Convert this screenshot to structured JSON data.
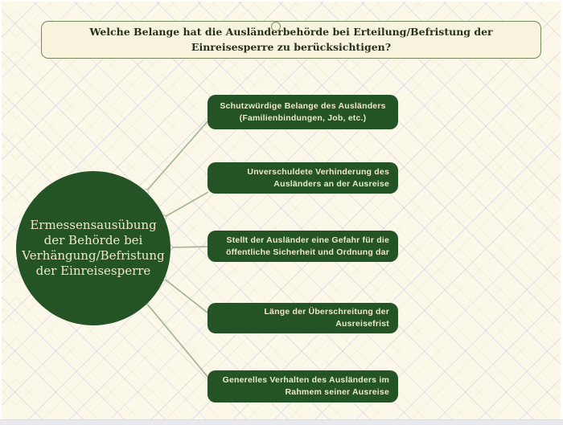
{
  "banner": {
    "label": "Welche Belange hat die Ausländerbehörde bei Erteilung/Befristung der Einreisesperre zu berücksichtigen?"
  },
  "center_node": {
    "label": "Ermessensausübung der Behörde bei Verhängung/Befristung der Einreisesperre",
    "lines": [
      "Ermessensausübung",
      "der Behörde bei",
      "Verhängung/Befristung",
      "der Einreisesperre"
    ]
  },
  "nodes": [
    {
      "label": "Schutzwürdige Belange des Ausländers (Familienbindungen, Job, etc.)",
      "lines": [
        "Schutzwürdige Belange des Ausländers",
        "(Familienbindungen, Job, etc.)"
      ]
    },
    {
      "label": "Unverschuldete Verhinderung des Ausländers an der Ausreise",
      "lines": [
        "Unverschuldete Verhinderung des",
        "Ausländers an der Ausreise"
      ]
    },
    {
      "label": "Stellt der Ausländer eine Gefahr für die öffentliche Sicherheit und Ordnung dar",
      "lines": [
        "Stellt der Ausländer eine Gefahr für die",
        "öffentliche Sicherheit und Ordnung dar"
      ]
    },
    {
      "label": "Länge der Überschreitung der Ausreisefrist",
      "lines": [
        "Länge der Überschreitung der",
        "Ausreisefrist"
      ]
    },
    {
      "label": "Generelles Verhalten des Ausländers im Rahmem seiner Ausreise",
      "lines": [
        "Generelles Verhalten des Ausländers im",
        "Rahmem seiner Ausreise"
      ]
    }
  ],
  "colors": {
    "node_green": "#245426",
    "canvas_cream": "#fbf8ea",
    "banner_fill": "#f7f3dc",
    "banner_border": "#74885c",
    "node_text_cream": "#eee8cc",
    "connector_sage": "#a9b89b",
    "lattice_lavender": "#afa5d7"
  }
}
